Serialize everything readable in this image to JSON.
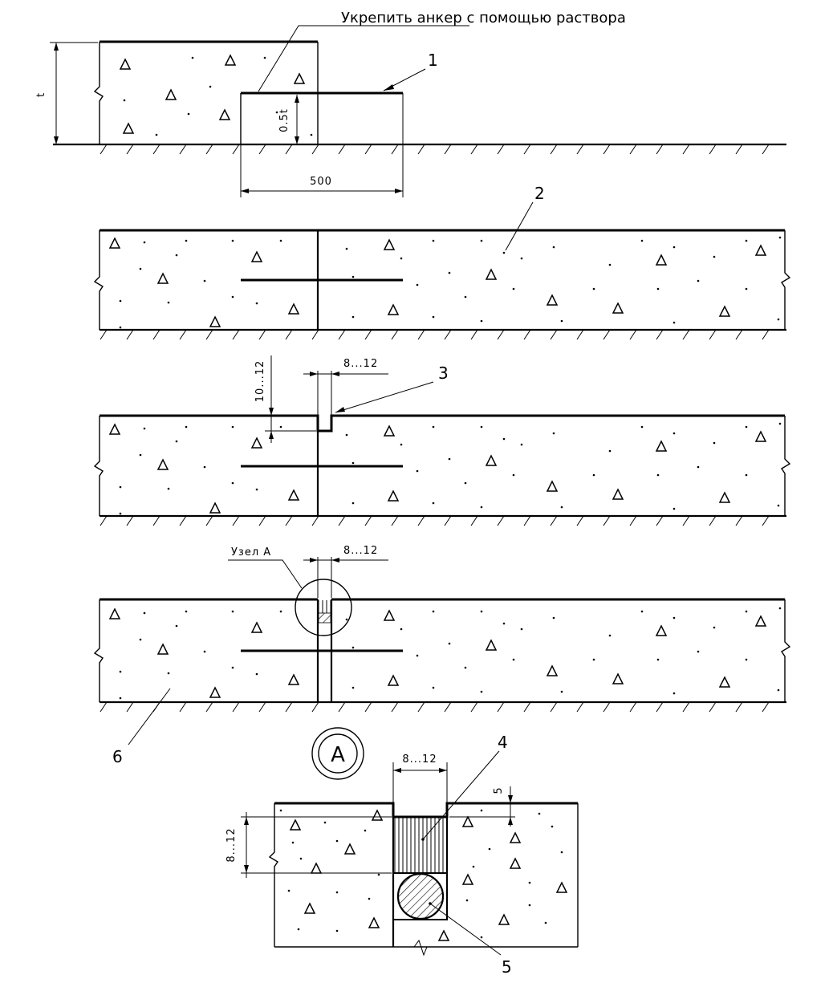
{
  "caption": "Укрепить анкер с помощью раствора",
  "callouts": [
    "1",
    "2",
    "3",
    "4",
    "5",
    "6"
  ],
  "dimensions": {
    "thickness": "t",
    "half_thickness": "0.5t",
    "anchor_length": "500",
    "groove_width": "8...12",
    "groove_depth": "10...12",
    "sealant_depth": "8...12",
    "recess": "5"
  },
  "node_label": "Узел А",
  "detail_marker": "А"
}
